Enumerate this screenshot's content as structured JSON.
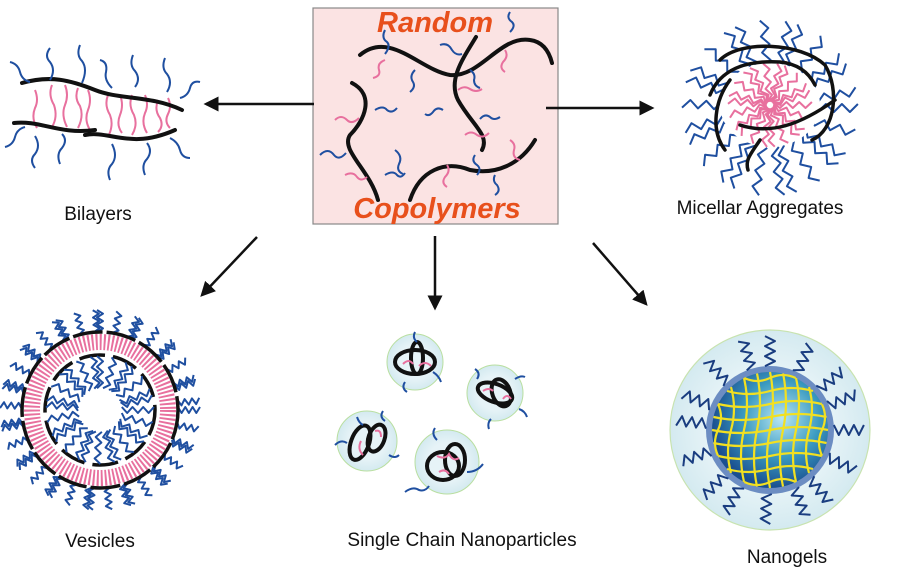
{
  "center": {
    "title_line1": "Random",
    "title_line2": "Copolymers",
    "box_fill": "#fbe3e3",
    "title_color": "#e8501c"
  },
  "colors": {
    "backbone": "#111111",
    "hydrophilic": "#1f4fa0",
    "hydrophobic": "#e8709e",
    "nanogel_core": "#2e8db0",
    "nanogel_mesh": "#f2e020",
    "particle_halo": "#eaf5f7"
  },
  "structures": [
    {
      "id": "bilayers",
      "label": "Bilayers"
    },
    {
      "id": "micellar",
      "label": "Micellar Aggregates"
    },
    {
      "id": "vesicles",
      "label": "Vesicles"
    },
    {
      "id": "scnp",
      "label": "Single Chain Nanoparticles"
    },
    {
      "id": "nanogels",
      "label": "Nanogels"
    }
  ]
}
